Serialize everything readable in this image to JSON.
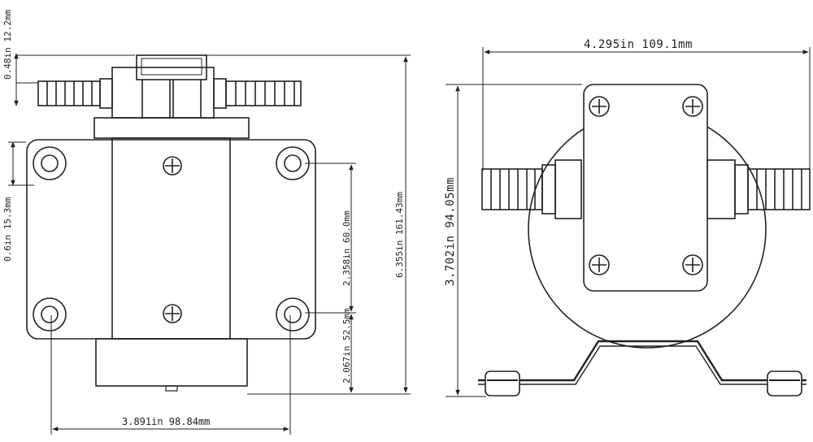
{
  "drawing": {
    "line_color": "#222222",
    "background": "#ffffff",
    "accent_gray": "#555555"
  },
  "dimensions": {
    "inlet_height": "0.48in 12.2mm",
    "mount_offset": "0.6in 15.3mm",
    "mount_spacing_vertical": "2.358in 60.0mm",
    "base_height": "2.067in 52.5mm",
    "total_height": "6.355in 161.43mm",
    "mount_spacing_horizontal": "3.891in 98.84mm",
    "front_width": "4.295in 109.1mm",
    "front_height": "3.702in 94.05mm"
  }
}
